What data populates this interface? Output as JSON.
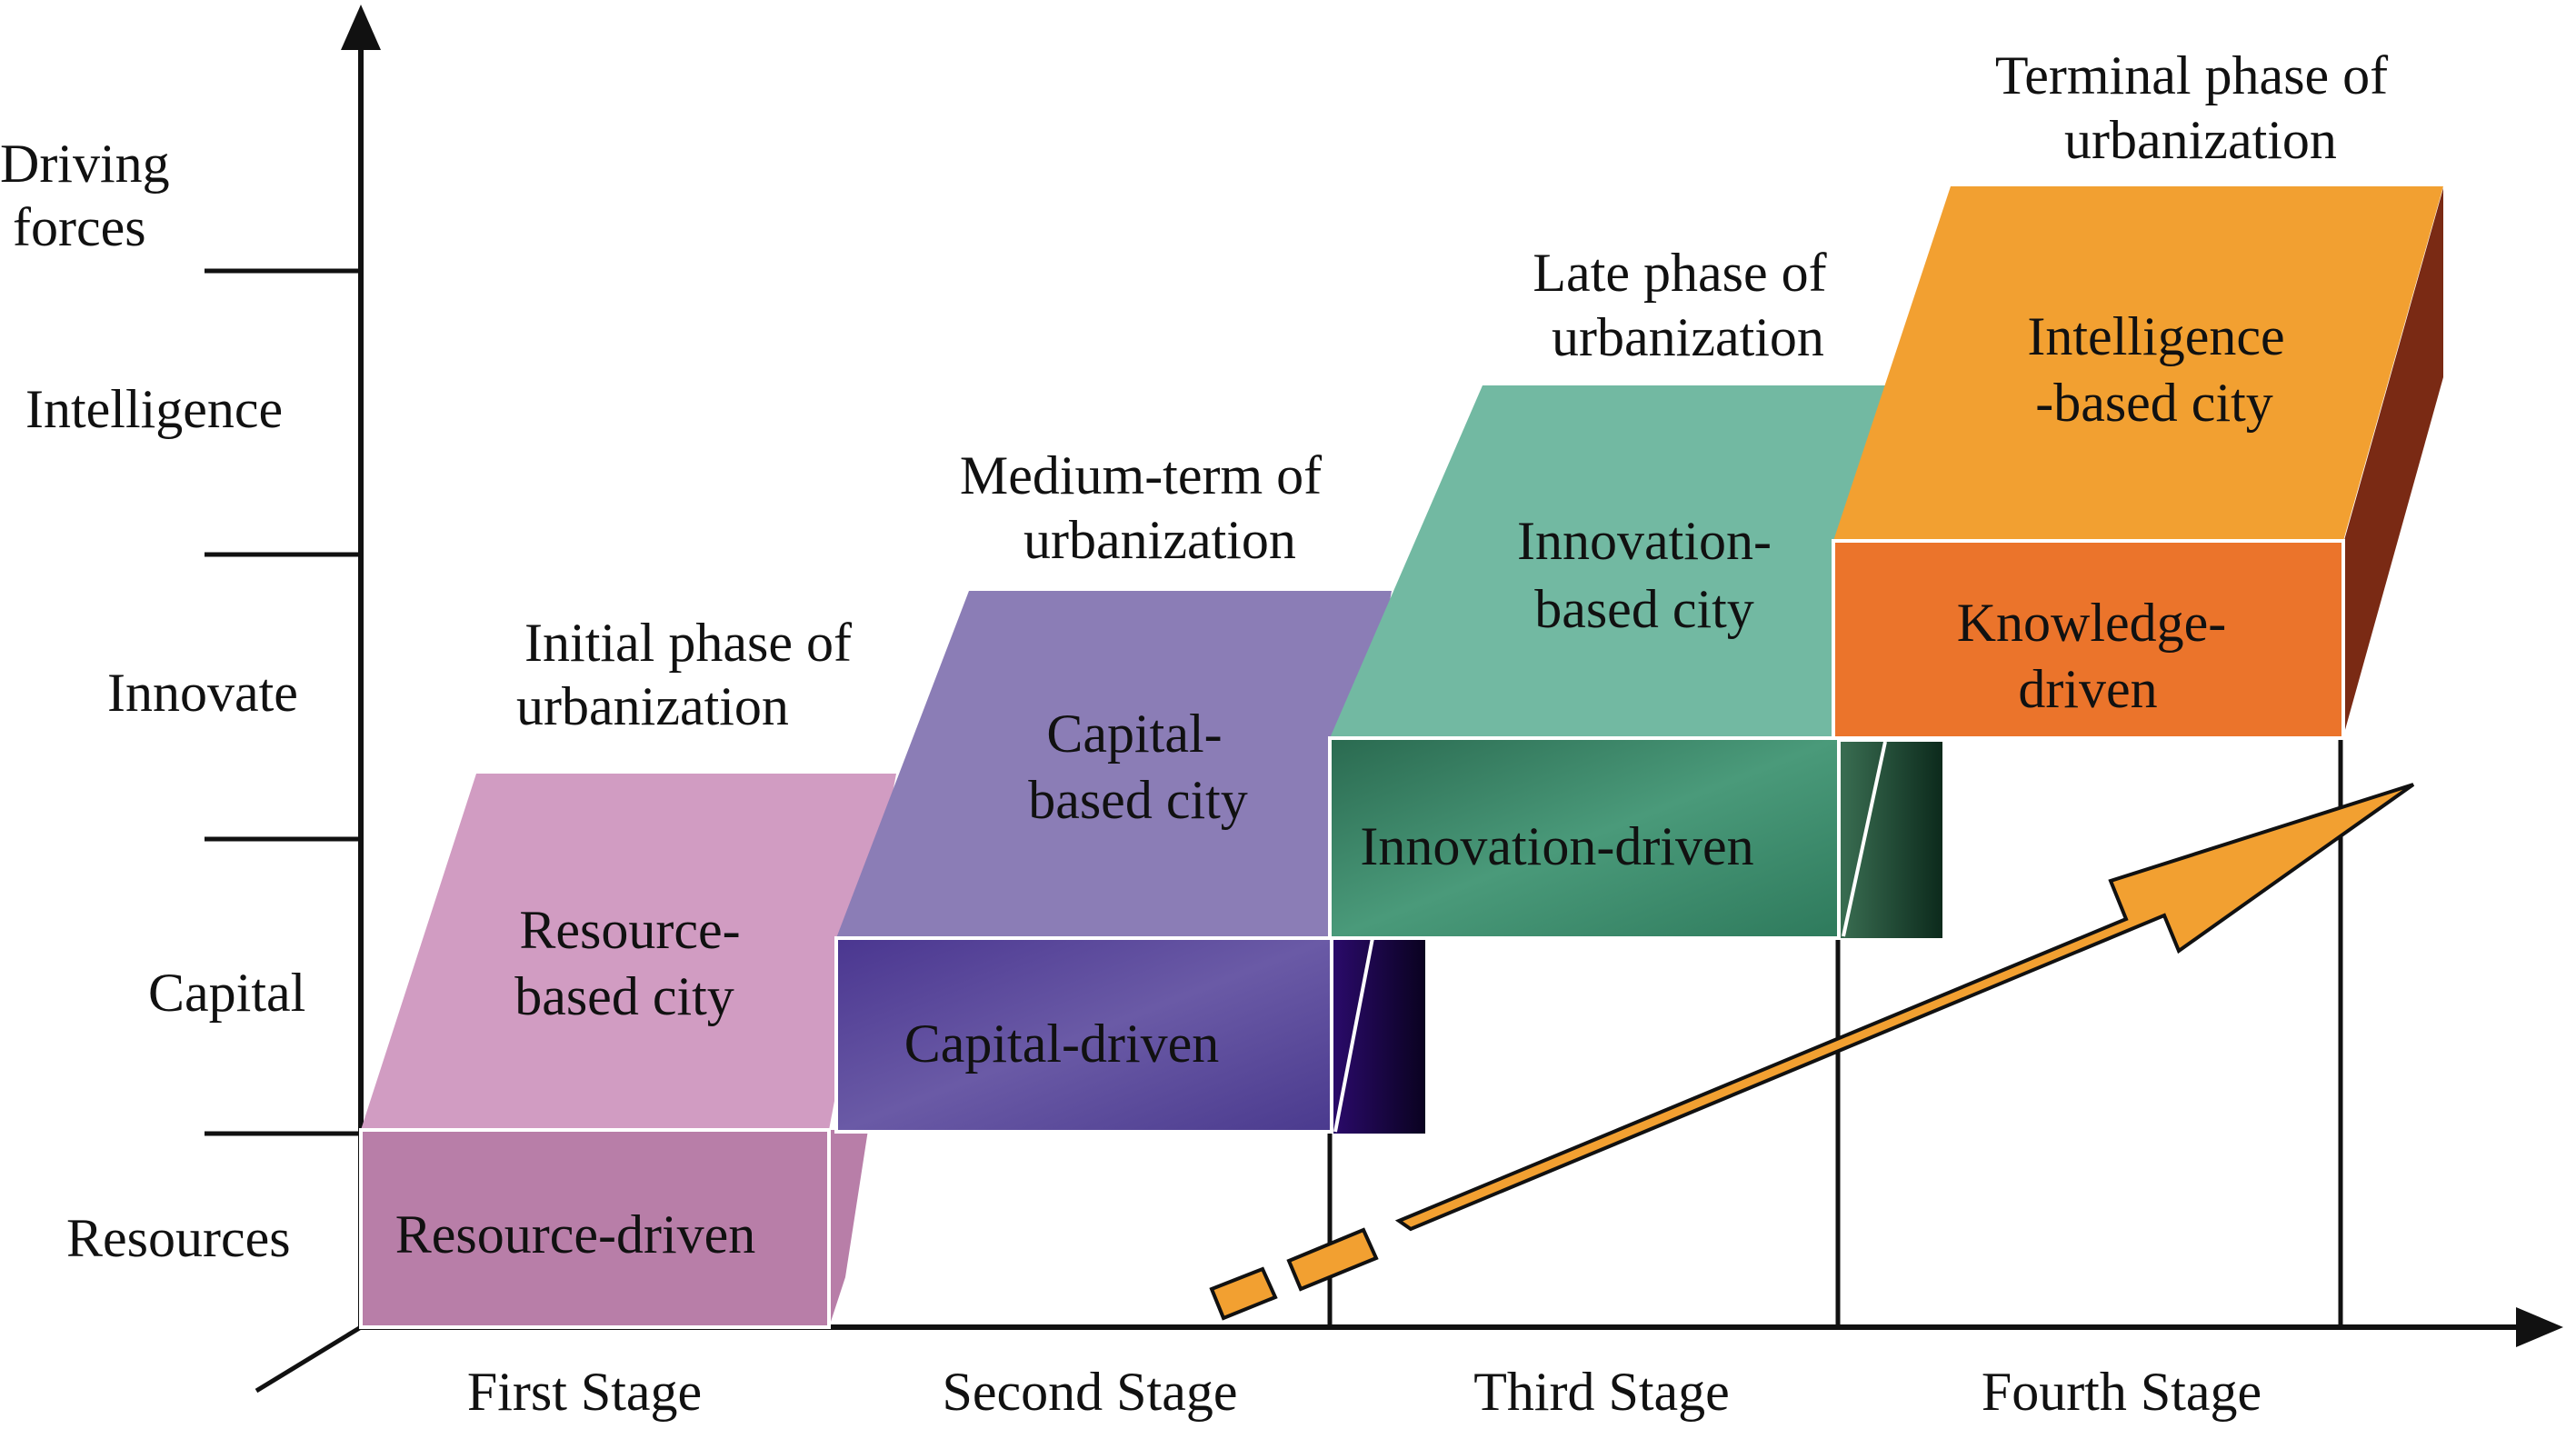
{
  "y_axis": {
    "title_line1": "Driving",
    "title_line2": "forces",
    "levels": [
      "Resources",
      "Capital",
      "Innovate",
      "Intelligence"
    ]
  },
  "x_axis": {
    "stages": [
      "First Stage",
      "Second Stage",
      "Third Stage",
      "Fourth Stage"
    ]
  },
  "phases": [
    {
      "line1": "Initial phase of",
      "line2": "urbanization"
    },
    {
      "line1": "Medium-term of",
      "line2": "urbanization"
    },
    {
      "line1": "Late phase of",
      "line2": "urbanization"
    },
    {
      "line1": "Terminal phase of",
      "line2": "urbanization"
    }
  ],
  "cities": [
    {
      "line1": "Resource-",
      "line2": "based city",
      "color": "#d19cc2"
    },
    {
      "line1": "Capital-",
      "line2": "based city",
      "color": "#8b7db6"
    },
    {
      "line1": "Innovation-",
      "line2": "based city",
      "color": "#72b9a2"
    },
    {
      "line1": "Intelligence",
      "line2": "-based city",
      "color": "#f2a031"
    }
  ],
  "drivers": [
    {
      "label": "Resource-driven",
      "color": "#b87ea8"
    },
    {
      "label": "Capital-driven",
      "color": "#5a4a9c"
    },
    {
      "label": "Innovation-driven",
      "color": "#2f7a5e"
    },
    {
      "line1": "Knowledge-",
      "line2": "driven",
      "color": "#eb742b"
    }
  ],
  "trend_arrow_color": "#f2a031"
}
